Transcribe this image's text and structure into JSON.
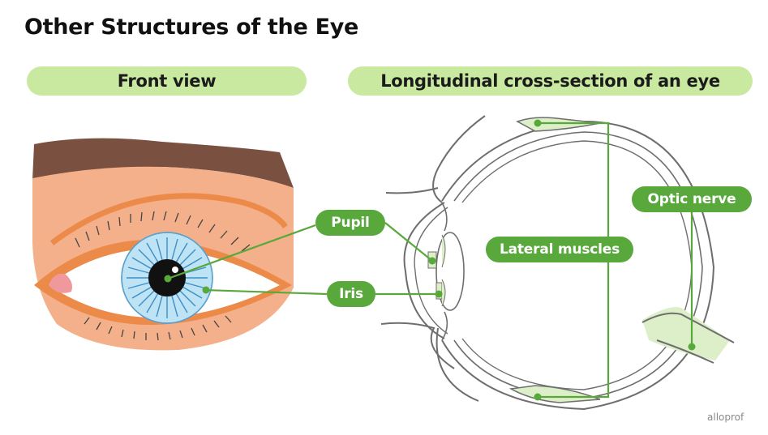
{
  "title": "Other Structures of the Eye",
  "panels": {
    "front": "Front view",
    "cross_section": "Longitudinal cross-section of an eye"
  },
  "labels": {
    "pupil": "Pupil",
    "iris": "Iris",
    "lateral_muscles": "Lateral muscles",
    "optic_nerve": "Optic nerve"
  },
  "watermark": "alloprof",
  "colors": {
    "accent_green": "#58a83c",
    "pill_green": "#c9e9a1",
    "skin": "#f4b08a",
    "eyelid_orange": "#ec8a4a",
    "brow": "#7a5140",
    "iris_blue": "#bde3f5"
  }
}
